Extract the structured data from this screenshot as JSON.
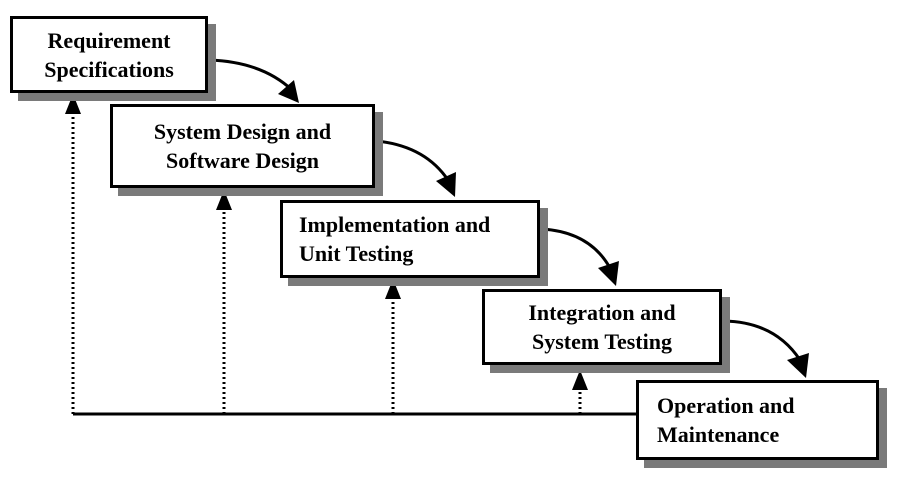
{
  "diagram": {
    "stages": [
      {
        "id": "requirements",
        "lines": [
          "Requirement",
          "Specifications"
        ]
      },
      {
        "id": "design",
        "lines": [
          "System Design and",
          "Software Design"
        ]
      },
      {
        "id": "implementation",
        "lines": [
          "Implementation and",
          "Unit Testing"
        ]
      },
      {
        "id": "integration",
        "lines": [
          "Integration and",
          "System Testing"
        ]
      },
      {
        "id": "operation",
        "lines": [
          "Operation and",
          "Maintenance"
        ]
      }
    ],
    "colors": {
      "line": "#000000",
      "shadow": "#7a7a7a",
      "box_fill": "#ffffff"
    }
  }
}
